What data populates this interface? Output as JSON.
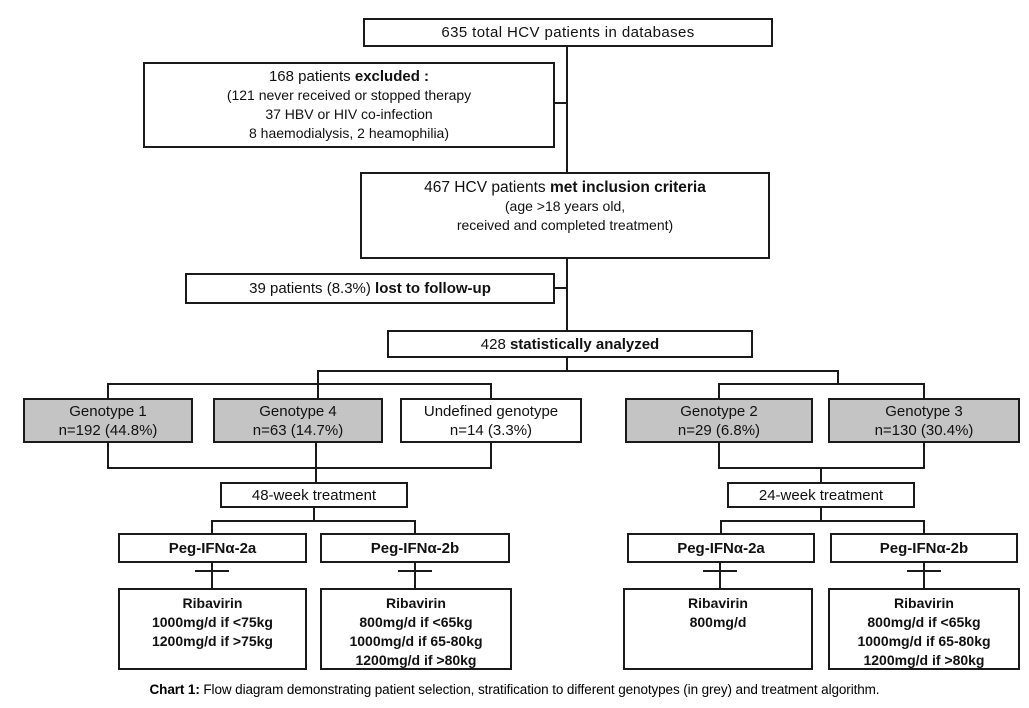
{
  "colors": {
    "grey_fill": "#c4c4c4",
    "box_border": "#1a1a1a",
    "line": "#1a1a1a"
  },
  "flow": {
    "total_box": {
      "text": "635 total HCV patients in databases"
    },
    "excluded_box": {
      "prefix": "168 patients ",
      "bold": "excluded :",
      "details": [
        "(121 never received or stopped therapy",
        "37 HBV or HIV co-infection",
        "8 haemodialysis, 2 heamophilia)"
      ]
    },
    "inclusion_box": {
      "prefix": "467 HCV patients ",
      "bold": "met inclusion criteria",
      "details": [
        "(age >18 years old,",
        "received and completed treatment)"
      ]
    },
    "lost_box": {
      "prefix": "39 patients (8.3%) ",
      "bold": "lost to follow-up"
    },
    "analyzed_box": {
      "prefix": "428 ",
      "bold": "statistically analyzed"
    },
    "genotypes": [
      {
        "name": "Genotype 1",
        "n": "n=192 (44.8%)",
        "grey": true
      },
      {
        "name": "Genotype 4",
        "n": "n=63 (14.7%)",
        "grey": true
      },
      {
        "name": "Undefined genotype",
        "n": "n=14 (3.3%)",
        "grey": false
      },
      {
        "name": "Genotype 2",
        "n": "n=29 (6.8%)",
        "grey": true
      },
      {
        "name": "Genotype 3",
        "n": "n=130 (30.4%)",
        "grey": true
      }
    ],
    "treatments": [
      {
        "label": "48-week treatment"
      },
      {
        "label": "24-week treatment"
      }
    ],
    "interferons": [
      "Peg-IFNα-2a",
      "Peg-IFNα-2b",
      "Peg-IFNα-2a",
      "Peg-IFNα-2b"
    ],
    "ribavirin": [
      {
        "title": "Ribavirin",
        "doses": [
          "1000mg/d if <75kg",
          "1200mg/d if >75kg"
        ]
      },
      {
        "title": "Ribavirin",
        "doses": [
          "800mg/d if <65kg",
          "1000mg/d if 65-80kg",
          "1200mg/d if >80kg"
        ]
      },
      {
        "title": "Ribavirin",
        "doses": [
          "800mg/d"
        ]
      },
      {
        "title": "Ribavirin",
        "doses": [
          "800mg/d if <65kg",
          "1000mg/d if 65-80kg",
          "1200mg/d if >80kg"
        ]
      }
    ]
  },
  "caption": {
    "bold": "Chart 1:",
    "text": " Flow diagram demonstrating patient selection, stratification to different genotypes (in grey) and treatment algorithm."
  }
}
